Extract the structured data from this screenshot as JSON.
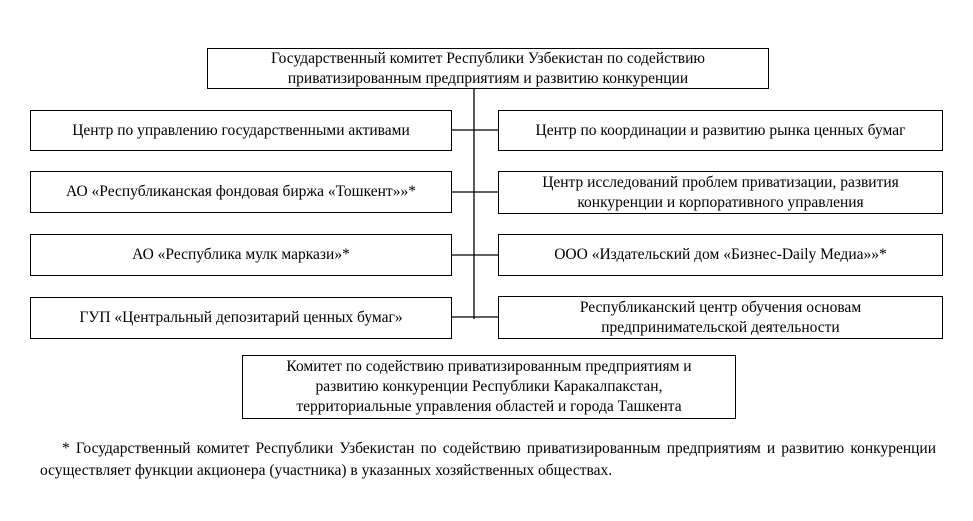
{
  "top": {
    "line1": "Государственный комитет Республики Узбекистан по содействию",
    "line2": "приватизированным предприятиям и развитию конкуренции"
  },
  "left": [
    {
      "line1": "Центр по управлению государственными активами"
    },
    {
      "line1": "АО «Республиканская фондовая биржа «Тошкент»»*"
    },
    {
      "line1": "АО «Республика мулк маркази»*"
    },
    {
      "line1": "ГУП «Центральный депозитарий ценных бумаг»"
    }
  ],
  "right": [
    {
      "line1": "Центр по координации и развитию рынка ценных бумаг"
    },
    {
      "line1": "Центр исследований проблем приватизации, развития",
      "line2": "конкуренции и корпоративного управления"
    },
    {
      "line1": "ООО «Издательский дом «Бизнес-Daily Медиа»»*"
    },
    {
      "line1": "Республиканский центр обучения основам",
      "line2": "предпринимательской деятельности"
    }
  ],
  "bottom": {
    "line1": "Комитет по содействию приватизированным предприятиям и",
    "line2": "развитию конкуренции Республики Каракалпакстан,",
    "line3": "территориальные управления областей и города Ташкента"
  },
  "footnote": {
    "text": "* Государственный комитет Республики Узбекистан по содействию приватизированным предприятиям и развитию конкуренции осуществляет функции акционера (участника) в указанных хозяйственных обществах."
  }
}
